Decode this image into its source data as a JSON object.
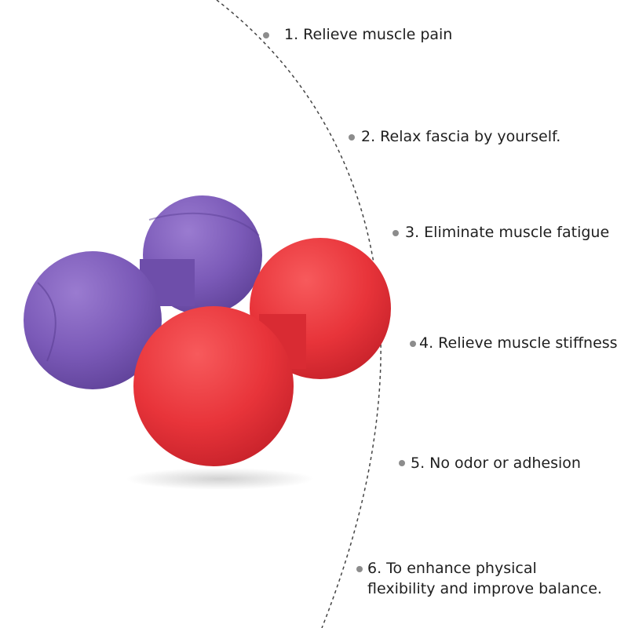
{
  "features": [
    "1. Relieve muscle pain",
    "2. Relax fascia by yourself.",
    "3. Eliminate muscle fatigue",
    "4. Relieve muscle stiffness",
    "5. No odor or adhesion",
    "6. To enhance physical flexibility and improve balance."
  ],
  "colors": {
    "purple_ball": "#7b5ab8",
    "red_ball": "#e8343a",
    "dot": "#8c8c8c",
    "dashed_arc": "#444444",
    "text": "#1f1f1f"
  }
}
